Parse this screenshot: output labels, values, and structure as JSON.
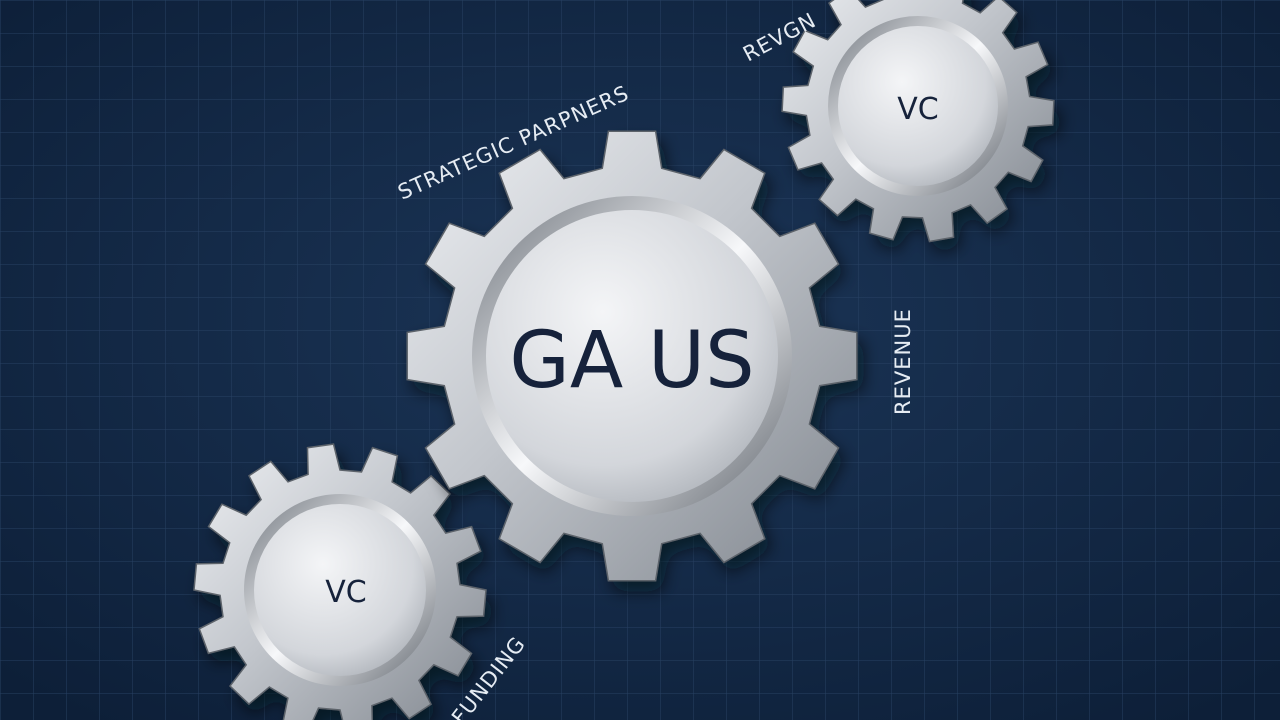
{
  "colors": {
    "background": "#122845",
    "grid": "#2a4466",
    "gear_metal": "#c9cdd3",
    "gear_dark": "#8e949c",
    "label_text": "#14233a",
    "annotation_text": "#e6ecf3"
  },
  "gears": {
    "center": {
      "label": "GA US"
    },
    "top_right": {
      "label": "VC"
    },
    "bottom_left": {
      "label": "VC"
    }
  },
  "annotations": {
    "strategic_partners": "STRATEGIC PARPNERS",
    "revenue_right": "REVENUE",
    "revenue_top": "REVGN",
    "funding_bottom": "FUNDING"
  }
}
